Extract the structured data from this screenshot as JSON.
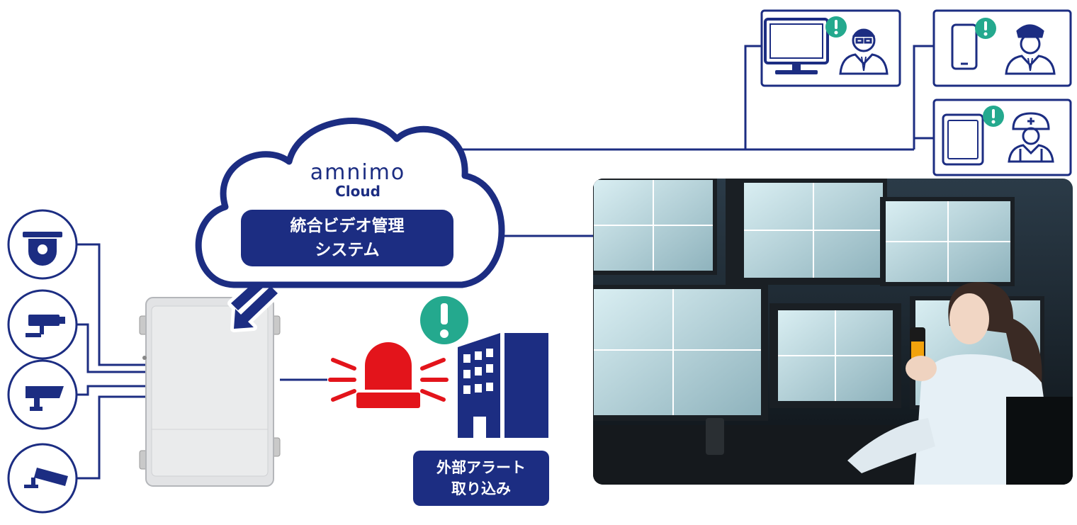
{
  "cloud": {
    "title": "amnimo",
    "subtitle": "Cloud",
    "system_label": "統合ビデオ管理\nシステム"
  },
  "external_alert": {
    "label": "外部アラート\n取り込み"
  },
  "cameras": [
    {
      "icon": "dome-camera-icon"
    },
    {
      "icon": "box-camera-icon"
    },
    {
      "icon": "bullet-camera-icon"
    },
    {
      "icon": "wall-camera-icon"
    }
  ],
  "notified_users": [
    {
      "device": "desktop-monitor-icon",
      "person": "office-worker-icon"
    },
    {
      "device": "smartphone-icon",
      "person": "security-guard-icon"
    },
    {
      "device": "tablet-icon",
      "person": "construction-worker-icon"
    }
  ],
  "colors": {
    "navy": "#1c2d82",
    "alert_red": "#e3141b",
    "badge_teal": "#24a98e"
  }
}
